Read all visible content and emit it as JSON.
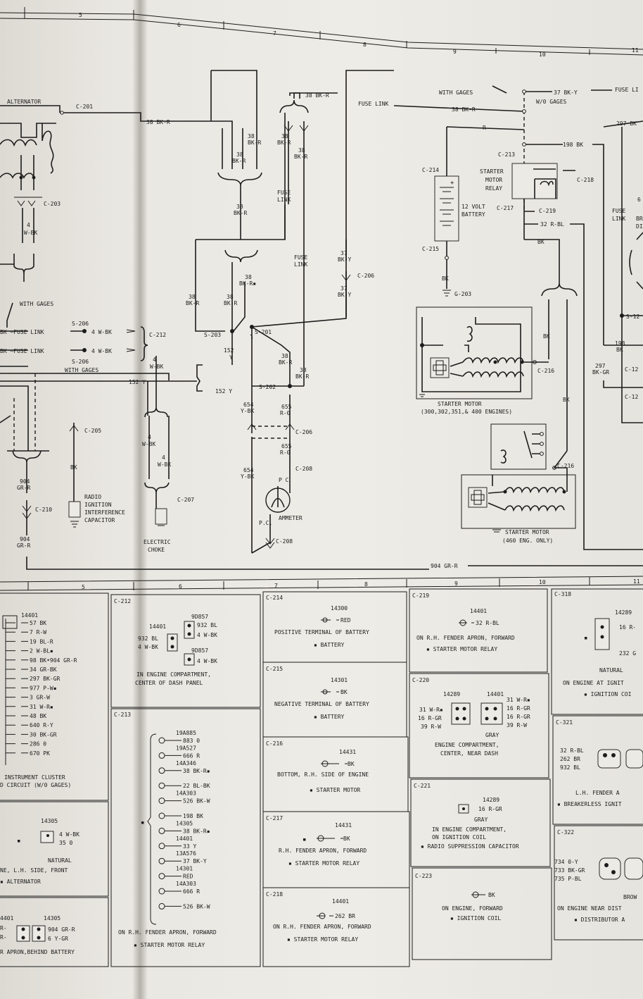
{
  "grid_top": [
    "5",
    "6",
    "7",
    "8",
    "9",
    "10",
    "11"
  ],
  "grid_bottom": [
    "5",
    "6",
    "7",
    "8",
    "9",
    "10",
    "11"
  ],
  "diagram": {
    "alternator": "ALTERNATOR",
    "c201": "C-201",
    "w38bkr_alt": "38 BK-R",
    "c203": "C-203",
    "w4wbk": "4",
    "w4wbk2": "W-BK",
    "with_gages_left": "WITH GAGES",
    "s206a": "S-206",
    "s206b": "S-206",
    "fuse_link_a": "BK —FUSE LINK",
    "fuse_link_b": "BK —FUSE LINK",
    "w4wbk_a": "4 W-BK",
    "w4wbk_b": "4 W-BK",
    "c212": "C-212",
    "with_gages_mid": "WITH GAGES",
    "w152y_left": "152 Y",
    "w152y_mid": "152 Y",
    "c205": "C-205",
    "bk_205": "BK",
    "w904a": "904",
    "w904a2": "GR-R",
    "c210": "C-210",
    "w904b": "904",
    "w904b2": "GR-R",
    "radio_cap_1": "RADIO",
    "radio_cap_2": "IGNITION",
    "radio_cap_3": "INTERFERENCE",
    "radio_cap_4": "CAPACITOR",
    "w4wbk_c": "4",
    "w4wbk_c2": "W-BK",
    "w4wbk_d": "4",
    "w4wbk_d2": "W-BK",
    "c207": "C-207",
    "elec_choke_1": "ELECTRIC",
    "elec_choke_2": "CHOKE",
    "w38_1": "38",
    "w38_1b": "BK-R",
    "w38_2": "38",
    "w38_2b": "BK-R",
    "w38_3": "38",
    "w38_3b": "BK-R",
    "w38_4": "38",
    "w38_4b": "BK-R",
    "w38_5": "38",
    "w38_5b": "BK-R",
    "w38_6": "38",
    "w38_6b": "BK-R",
    "w38_7": "38",
    "w38_7b": "BK-R",
    "w38_8": "38",
    "w38_8b": "BK-R▪",
    "w38_9": "38",
    "w38_9b": "BK-R",
    "w38_10": "38",
    "w38_10b": "BK-R",
    "w38_top": "38 BK-R",
    "fuse_link_1": "FUSE",
    "fuse_link_1b": "LINK",
    "fuse_link_2": "FUSE",
    "fuse_link_2b": "LINK",
    "fuse_link_top": "FUSE LINK",
    "s203": "S-203",
    "s201": "S-201",
    "s202": "S-202",
    "w152": "152",
    "w152b": "Y",
    "w37a": "37",
    "w37ab": "BK-Y",
    "w37b": "37",
    "w37bb": "BK-Y",
    "c206_right": "C-206",
    "w654a": "654",
    "w654ab": "Y-BK",
    "w655a": "655",
    "w655ab": "R-0",
    "c206_mid": "C-206",
    "w655b": "655",
    "w655bb": "R-0",
    "c208": "C-208",
    "w654b": "654",
    "w654bb": "Y-BK",
    "pc_top": "P  C",
    "ammeter": "AMMETER",
    "pc_bot": "P.C.",
    "c208b": "C-208",
    "w904_bottom": "904 GR-R",
    "with_gages_top": "WITH GAGES",
    "w37bky": "37 BK-Y",
    "fuse_l_right": "FUSE LI",
    "wo_gages": "W/0 GAGES",
    "w38bkr_right": "38 BK-R",
    "r_label": "R",
    "c213": "C-213",
    "w198bk": "198 BK",
    "c214": "C-214",
    "starter_relay_1": "STARTER",
    "starter_relay_2": "MOTOR",
    "starter_relay_3": "RELAY",
    "c218": "C-218",
    "battery_1": "12 VOLT",
    "battery_2": "BATTERY",
    "c217": "C-217",
    "c219": "C-219",
    "w32rbl": "32 R-BL",
    "c215": "C-215",
    "bk_bat": "BK",
    "bk_relay": "BK",
    "g203": "G-203",
    "w297bkgr": "297 BK",
    "fuse_link_r1": "FUSE",
    "fuse_link_r2": "LINK",
    "s12": "S-12",
    "w198": "198",
    "w198b": "BK",
    "w297": "297",
    "w297b": "BK-GR",
    "c12a": "C-12",
    "c12b": "C-12",
    "bk_sm1": "BK",
    "c216a": "C-216",
    "starter_a_1": "STARTER MOTOR",
    "starter_a_2": "(300,302,351,& 400 ENGINES)",
    "bk_sm2": "BK",
    "c216b": "C-216",
    "starter_b_1": "STARTER MOTOR",
    "starter_b_2": "(460 ENG. ONLY)",
    "r6": "6",
    "br_r": "BR",
    "di_r": "DI"
  },
  "connectors": {
    "cluster": {
      "part": "14401",
      "wires": [
        "57 BK",
        "7 R-W",
        "19 BL-R",
        "2 W-BL▪",
        "98 BK•904 GR-R",
        "34 GR-BK",
        "297 BK-GR",
        "977 P-W▪",
        "3 GR-W",
        "31 W-R▪",
        "48 BK",
        "640 R-Y",
        "30 BK-GR",
        "286 0",
        "670 PK"
      ],
      "desc_1": "INSTRUMENT CLUSTER",
      "desc_2": "D CIRCUIT (W/0 GAGES)"
    },
    "alt_conn": {
      "part": "14305",
      "w1": "4 W-BK",
      "w2": "35 0",
      "natural": "NATURAL",
      "desc_1": "NE, L.H. SIDE, FRONT",
      "desc_2": "▪ ALTERNATOR"
    },
    "bottom_left": {
      "part_a": "4401",
      "part_b": "14305",
      "w_left": "R-",
      "w_left2": "R-",
      "w1": "904 GR-R",
      "w2": "6 Y-GR",
      "desc": "R APRON,BEHIND BATTERY"
    },
    "c212": {
      "title": "C-212",
      "part_a": "14401",
      "part_b": "9D857",
      "part_c": "9D857",
      "wl1": "932 BL",
      "wl2": "4 W-BK",
      "wr1": "932 BL",
      "wr2": "4 W-BK",
      "wr3": "4 W-BK",
      "desc_1": "IN ENGINE COMPARTMENT,",
      "desc_2": "CENTER OF DASH PANEL"
    },
    "c213": {
      "title": "C-213",
      "rows": [
        {
          "part": "19A885",
          "wire": "883 0"
        },
        {
          "part": "19A527",
          "wire": "666 R"
        },
        {
          "part": "14A346",
          "wire": "38 BK-R▪"
        },
        {
          "part": "",
          "wire": "22 BL-BK"
        },
        {
          "part": "14A303",
          "wire": "526 BK-W"
        },
        {
          "part": "",
          "wire": "198 BK"
        },
        {
          "part": "14305",
          "wire": "38 BK-R▪"
        },
        {
          "part": "14401",
          "wire": "33 Y"
        },
        {
          "part": "13A576",
          "wire": "37 BK-Y"
        },
        {
          "part": "14301",
          "wire": "RED"
        },
        {
          "part": "14A303",
          "wire": "666 R"
        },
        {
          "part": "",
          "wire": "526 BK-W"
        }
      ],
      "desc_1": "ON R.H. FENDER APRON, FORWARD",
      "desc_2": "▪ STARTER MOTOR RELAY"
    },
    "c214": {
      "title": "C-214",
      "part": "14300",
      "wire": "RED",
      "desc_1": "POSITIVE TERMINAL OF BATTERY",
      "desc_2": "▪ BATTERY"
    },
    "c215": {
      "title": "C-215",
      "part": "14301",
      "wire": "BK",
      "desc_1": "NEGATIVE TERMINAL OF BATTERY",
      "desc_2": "▪ BATTERY"
    },
    "c216": {
      "title": "C-216",
      "part": "14431",
      "wire": "BK",
      "desc_1": "BOTTOM, R.H. SIDE OF ENGINE",
      "desc_2": "▪ STARTER MOTOR"
    },
    "c217": {
      "title": "C-217",
      "part": "14431",
      "wire": "BK",
      "desc_1": "R.H. FENDER APRON, FORWARD",
      "desc_2": "▪ STARTER MOTOR RELAY"
    },
    "c218": {
      "title": "C-218",
      "part": "14401",
      "wire": "262 BR",
      "desc_1": "ON R.H. FENDER APRON, FORWARD",
      "desc_2": "▪ STARTER MOTOR RELAY"
    },
    "c219": {
      "title": "C-219",
      "part": "14401",
      "wire": "32 R-BL",
      "desc_1": "ON R.H. FENDER APRON, FORWARD",
      "desc_2": "▪ STARTER MOTOR RELAY"
    },
    "c220": {
      "title": "C-220",
      "part_a": "14289",
      "part_b": "14401",
      "wl1": "31 W-R▪",
      "wl2": "16 R-GR",
      "wl3": "39 R-W",
      "wr1": "31 W-R▪",
      "wr2": "16 R-GR",
      "wr3": "16 R-GR",
      "wr4": "39 R-W",
      "gray": "GRAY",
      "desc_1": "ENGINE COMPARTMENT,",
      "desc_2": "CENTER, NEAR DASH"
    },
    "c221": {
      "title": "C-221",
      "part": "14289",
      "wire": "16 R-GR",
      "gray": "GRAY",
      "desc_1": "IN ENGINE COMPARTMENT,",
      "desc_2": "ON IGNITION COIL",
      "desc_3": "▪ RADIO SUPPRESSION CAPACITOR"
    },
    "c223": {
      "title": "C-223",
      "wire": "BK",
      "desc_1": "ON ENGINE, FORWARD",
      "desc_2": "▪ IGNITION COIL"
    },
    "c318": {
      "title": "C-318",
      "part": "14289",
      "w1": "16 R-",
      "w2": "232 G",
      "natural": "NATURAL",
      "desc_1": "ON ENGINE AT IGNIT",
      "desc_2": "▪ IGNITION COI"
    },
    "c321": {
      "title": "C-321",
      "w1": "32 R-BL",
      "w2": "262 BR",
      "w3": "932 BL",
      "desc_1": "L.H. FENDER A",
      "desc_2": "▪ BREAKERLESS IGNIT"
    },
    "c322": {
      "title": "C-322",
      "w1": "734 0-Y",
      "w2": "733 BK-GR",
      "w3": "735 P-BL",
      "w4": "BROW",
      "desc_1": "ON ENGINE NEAR DIST",
      "desc_2": "▪ DISTRIBUTOR A"
    }
  }
}
